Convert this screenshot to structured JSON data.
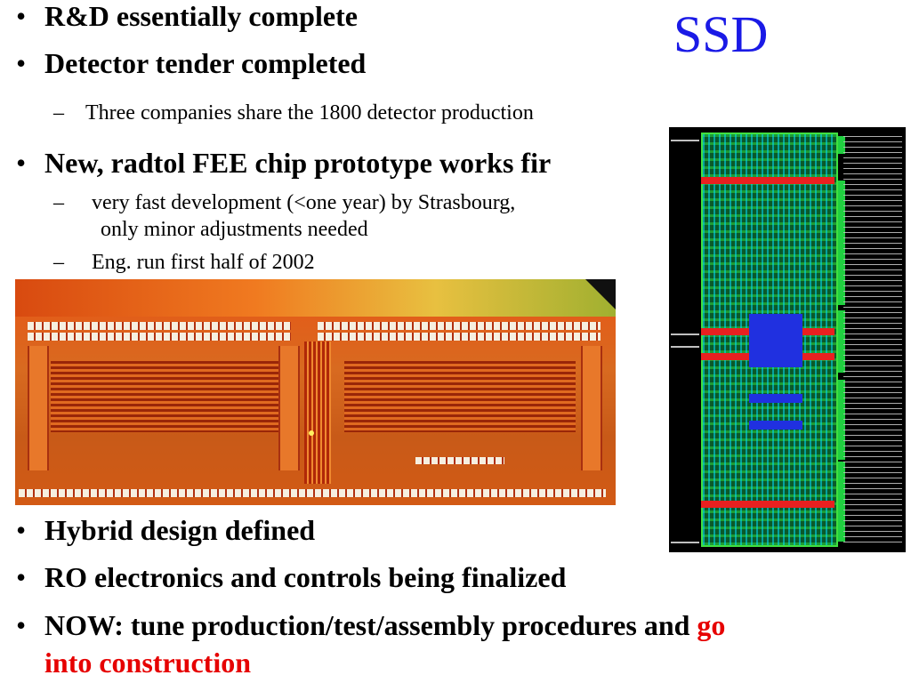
{
  "slide": {
    "title": "SSD",
    "bullets_top": [
      {
        "text": "R&D essentially complete"
      },
      {
        "text": "Detector tender completed"
      }
    ],
    "sub_tender": "Three companies share the 1800 detector production",
    "bullet_fee": "New, radtol FEE chip prototype works fir",
    "sub_fee": [
      {
        "line1": "very fast development (<one year) by Strasbourg,",
        "line2": "only minor adjustments needed"
      },
      {
        "line1": "Eng. run first half of 2002"
      }
    ],
    "bullets_bottom": [
      {
        "text": "Hybrid design defined"
      },
      {
        "text": "RO electronics and controls being finalized"
      }
    ],
    "last_bullet": {
      "prefix": "NOW: tune production/test/assembly procedures and ",
      "highlight1": "go",
      "highlight2": "into construction"
    },
    "bullet_symbol": "•",
    "dash_symbol": "–"
  },
  "colors": {
    "title": "#1a1ae6",
    "highlight": "#e60000"
  }
}
